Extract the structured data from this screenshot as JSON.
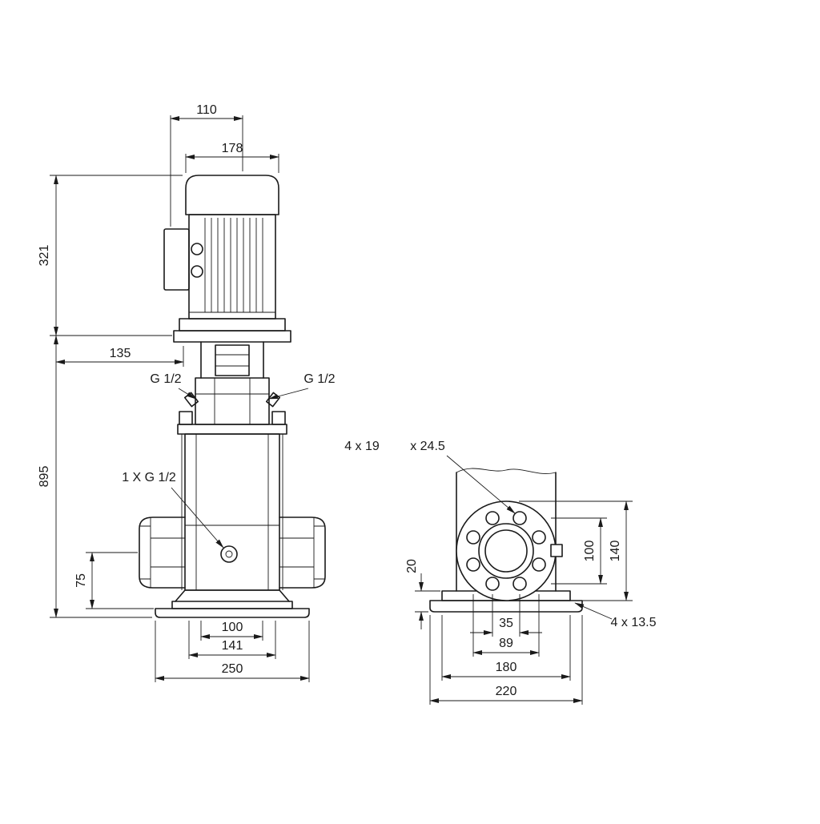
{
  "page": {
    "background_color": "#ffffff",
    "line_color": "#1a1a1a",
    "type": "pump-dimensional-drawing"
  },
  "front_view": {
    "dim_width_top": "110",
    "dim_width_motor": "178",
    "dim_height_motor": "321",
    "dim_width_head": "135",
    "dim_height_total": "895",
    "dim_height_port": "75",
    "label_plug_left": "G 1/2",
    "label_plug_right": "G 1/2",
    "label_drain": "1 X G 1/2",
    "dim_base_span_inner": "100",
    "dim_base_span_mid": "141",
    "dim_base_span_outer": "250"
  },
  "side_view": {
    "label_flange_holes": "4 x 19",
    "label_flange_holes_depth": "x 24.5",
    "dim_plate_thickness": "20",
    "dim_bolt_circle": "100",
    "dim_flange_od": "140",
    "dim_hole_span_small": "35",
    "dim_hole_span_wide": "89",
    "dim_base_bolt_span": "180",
    "dim_base_length": "220",
    "label_base_holes": "4 x 13.5"
  }
}
